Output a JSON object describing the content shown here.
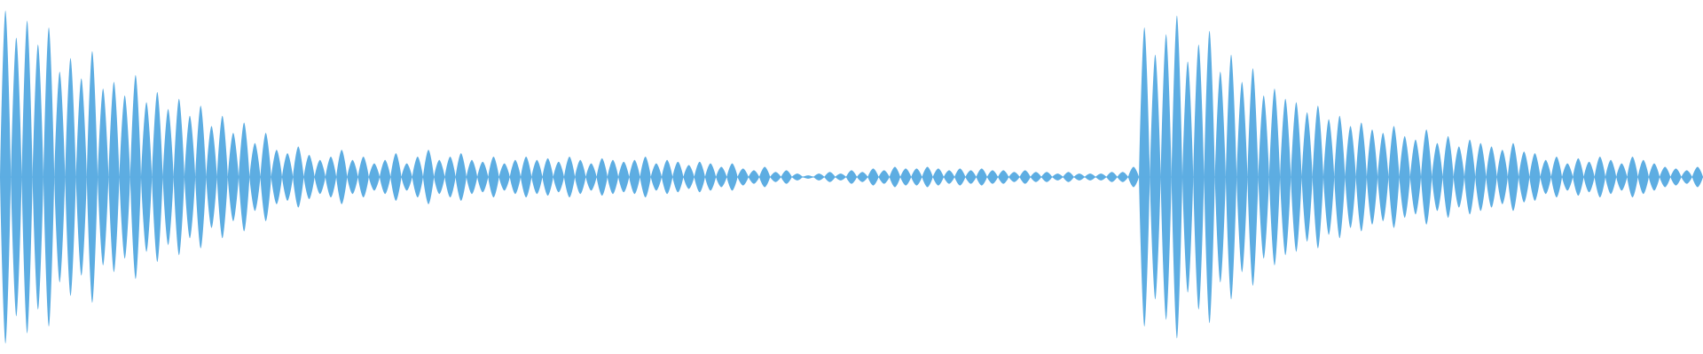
{
  "waveform": {
    "color": "#5dade2",
    "background": "#ffffff",
    "cycles": [
      0.98,
      0.82,
      0.92,
      0.78,
      0.88,
      0.62,
      0.7,
      0.58,
      0.74,
      0.52,
      0.56,
      0.48,
      0.6,
      0.44,
      0.5,
      0.4,
      0.46,
      0.36,
      0.42,
      0.3,
      0.36,
      0.26,
      0.32,
      0.2,
      0.26,
      0.16,
      0.14,
      0.18,
      0.13,
      0.1,
      0.12,
      0.16,
      0.1,
      0.12,
      0.08,
      0.1,
      0.14,
      0.08,
      0.12,
      0.16,
      0.1,
      0.12,
      0.14,
      0.1,
      0.09,
      0.12,
      0.08,
      0.1,
      0.12,
      0.1,
      0.11,
      0.09,
      0.12,
      0.1,
      0.08,
      0.11,
      0.1,
      0.09,
      0.1,
      0.12,
      0.08,
      0.1,
      0.09,
      0.07,
      0.09,
      0.08,
      0.06,
      0.08,
      0.05,
      0.04,
      0.06,
      0.03,
      0.04,
      0.02,
      0.01,
      0.02,
      0.03,
      0.02,
      0.04,
      0.03,
      0.05,
      0.04,
      0.06,
      0.05,
      0.05,
      0.06,
      0.05,
      0.04,
      0.05,
      0.04,
      0.05,
      0.04,
      0.04,
      0.03,
      0.04,
      0.03,
      0.03,
      0.02,
      0.03,
      0.02,
      0.02,
      0.02,
      0.03,
      0.03,
      0.06,
      0.88,
      0.72,
      0.84,
      0.95,
      0.68,
      0.78,
      0.86,
      0.62,
      0.72,
      0.56,
      0.64,
      0.48,
      0.52,
      0.46,
      0.44,
      0.38,
      0.42,
      0.34,
      0.36,
      0.3,
      0.32,
      0.28,
      0.26,
      0.3,
      0.24,
      0.22,
      0.28,
      0.2,
      0.24,
      0.18,
      0.22,
      0.2,
      0.18,
      0.16,
      0.2,
      0.15,
      0.14,
      0.1,
      0.12,
      0.08,
      0.11,
      0.09,
      0.12,
      0.1,
      0.08,
      0.12,
      0.1,
      0.08,
      0.06,
      0.05,
      0.04,
      0.06
    ]
  }
}
